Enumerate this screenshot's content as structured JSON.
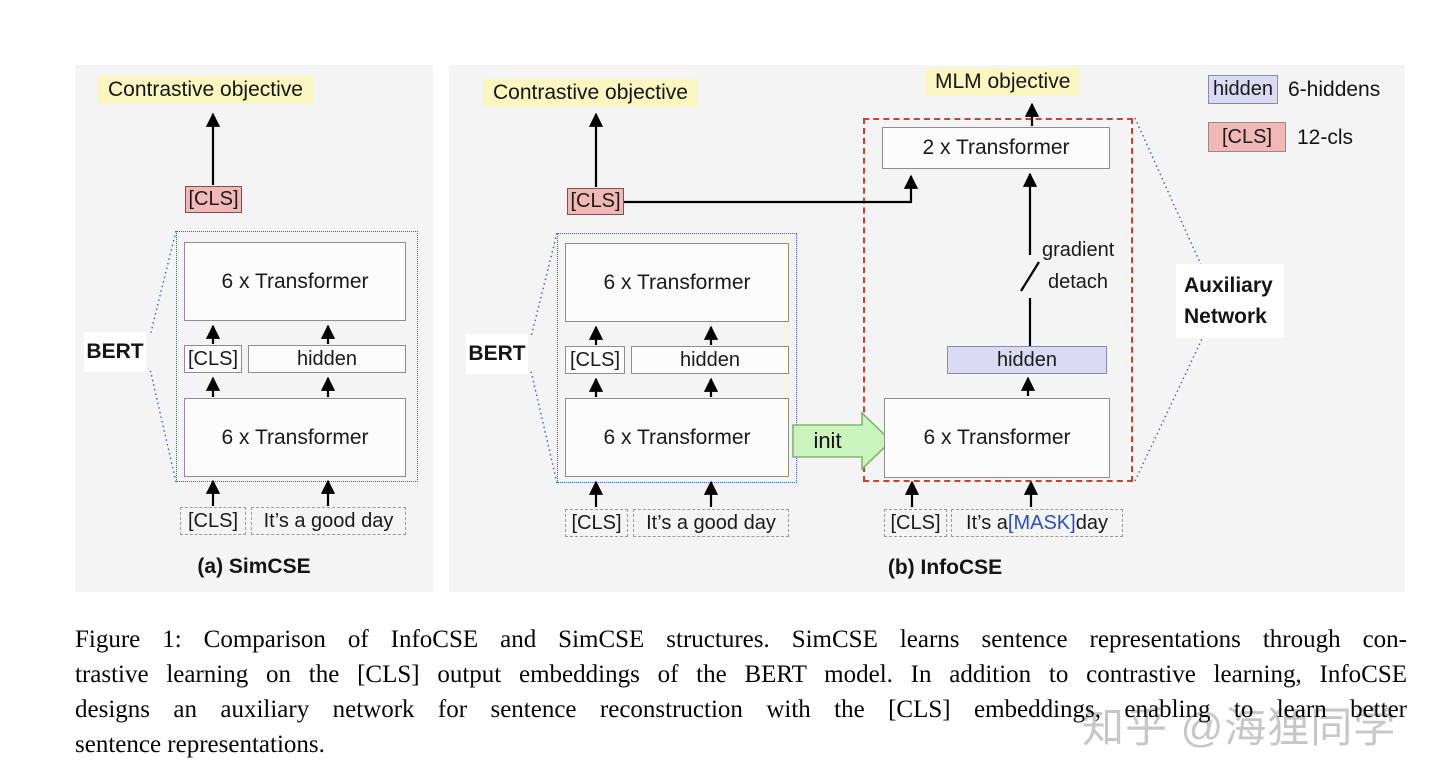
{
  "panel_a": {
    "objective": "Contrastive objective",
    "cls_out": "[CLS]",
    "bert_label": "BERT",
    "transformer_top": "6 x Transformer",
    "cls_mid": "[CLS]",
    "hidden_mid": "hidden",
    "transformer_bottom": "6 x Transformer",
    "input_cls": "[CLS]",
    "input_sentence": "It’s a good day",
    "caption": "(a) SimCSE"
  },
  "panel_b": {
    "objective": "Contrastive objective",
    "mlm_objective": "MLM objective",
    "cls_out": "[CLS]",
    "bert_label": "BERT",
    "transformer_top": "6 x Transformer",
    "cls_mid": "[CLS]",
    "hidden_mid": "hidden",
    "transformer_bottom": "6 x Transformer",
    "input_cls": "[CLS]",
    "input_sentence": "It’s a good day",
    "init_label": "init",
    "caption": "(b) InfoCSE",
    "aux": {
      "transformer2": "2 x Transformer",
      "gradient": "gradient",
      "detach": "detach",
      "hidden": "hidden",
      "transformer6": "6 x Transformer",
      "input_cls": "[CLS]",
      "input_pre": "It’s a ",
      "input_mask": "[MASK]",
      "input_post": " day",
      "label_line1": "Auxiliary",
      "label_line2": "Network"
    }
  },
  "legend": {
    "hidden_box": "hidden",
    "hidden_label": "6-hiddens",
    "cls_box": "[CLS]",
    "cls_label": "12-cls"
  },
  "figure_caption": {
    "line1": "Figure 1: Comparison of InfoCSE and SimCSE structures. SimCSE learns sentence representations through con-",
    "line2": "trastive learning on the [CLS] output embeddings of the BERT model. In addition to contrastive learning, InfoCSE",
    "line3": "designs an auxiliary network for sentence reconstruction with the [CLS] embeddings, enabling to learn better",
    "line4": "sentence representations."
  },
  "watermark": "知乎 @海狸同学",
  "colors": {
    "panel_bg": "#f4f4f5",
    "objective_highlight": "#faf6c0",
    "cls_pink": "#f2b8b6",
    "hidden_lavender": "#dadaf2",
    "bert_dotted_blue": "#3a5cc8",
    "aux_dashed_red": "#c4442e",
    "init_green_fill": "#caf3bd",
    "init_green_border": "#85b36e",
    "mask_blue": "#2b4ec7",
    "watermark_gray": "#c7c7c7"
  }
}
